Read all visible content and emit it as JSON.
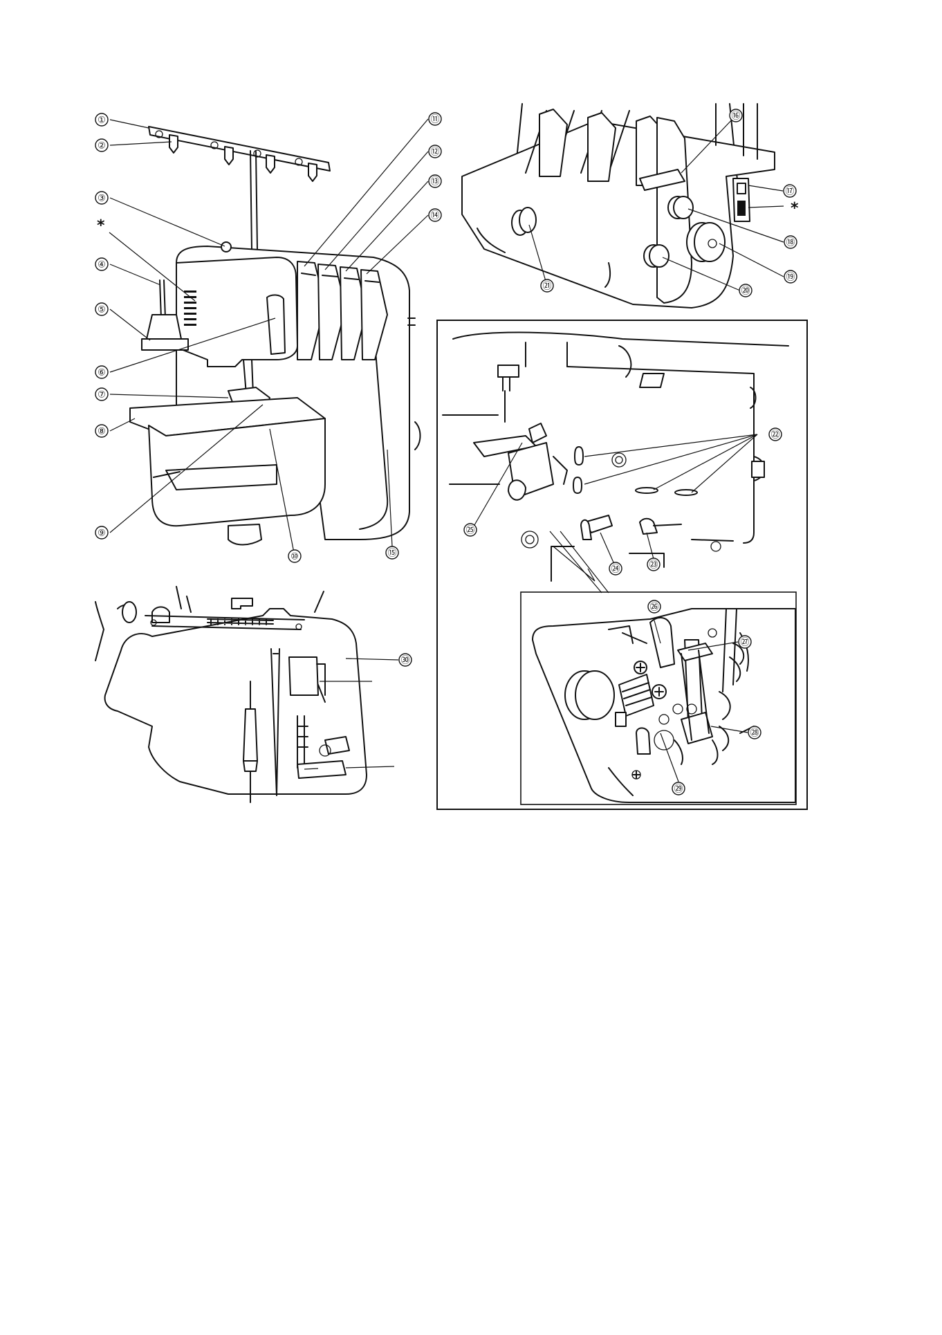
{
  "callouts": [
    {
      "id": "c1",
      "label": "①"
    },
    {
      "id": "c2",
      "label": "②"
    },
    {
      "id": "c3",
      "label": "③"
    },
    {
      "id": "c4",
      "label": "④"
    },
    {
      "id": "c5",
      "label": "⑤"
    },
    {
      "id": "c6",
      "label": "⑥"
    },
    {
      "id": "c7",
      "label": "⑦"
    },
    {
      "id": "c8",
      "label": "⑧"
    },
    {
      "id": "c9",
      "label": "⑨"
    },
    {
      "id": "c10",
      "label": "⑩"
    },
    {
      "id": "c11",
      "label": "⑪"
    },
    {
      "id": "c12",
      "label": "⑫"
    },
    {
      "id": "c13",
      "label": "⑬"
    },
    {
      "id": "c14",
      "label": "⑭"
    },
    {
      "id": "c15",
      "label": "⑮"
    },
    {
      "id": "c16",
      "label": "⑯"
    },
    {
      "id": "c17",
      "label": "⑰"
    },
    {
      "id": "c18",
      "label": "⑱"
    },
    {
      "id": "c19",
      "label": "⑲"
    },
    {
      "id": "c20",
      "label": "⑳"
    },
    {
      "id": "c21",
      "label": "㉑"
    },
    {
      "id": "c22",
      "label": "㉒"
    },
    {
      "id": "c23",
      "label": "㉓"
    },
    {
      "id": "c24",
      "label": "㉔"
    },
    {
      "id": "c25",
      "label": "㉕"
    },
    {
      "id": "c26",
      "label": "㉖"
    },
    {
      "id": "c27",
      "label": "㉗"
    },
    {
      "id": "c28",
      "label": "㉘"
    },
    {
      "id": "c29",
      "label": "㉙"
    },
    {
      "id": "c30",
      "label": "㉚"
    }
  ],
  "asterisk_marks": [
    "*",
    "*"
  ]
}
